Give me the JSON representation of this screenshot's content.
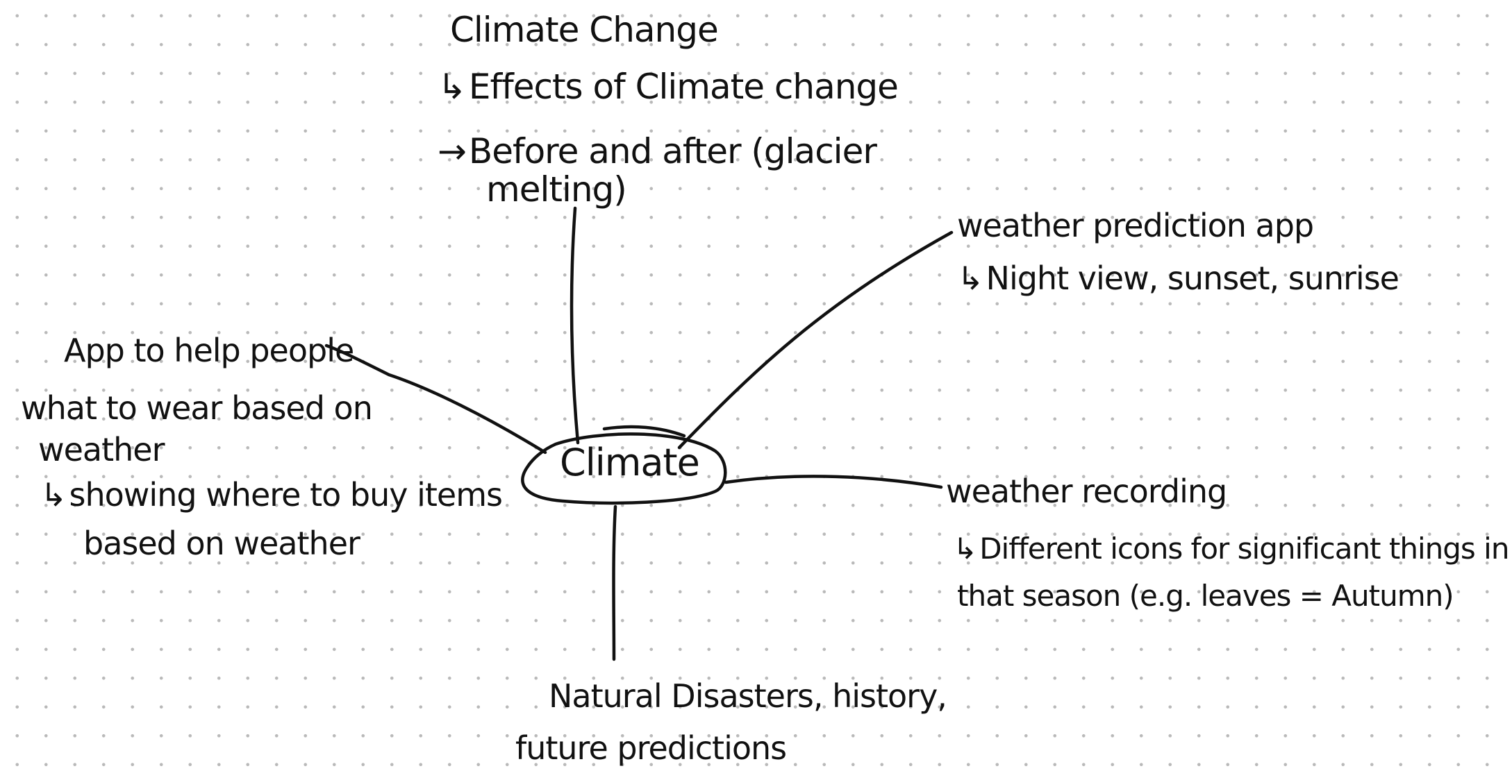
{
  "colors": {
    "background": "#ffffff",
    "ink": "#111111",
    "grid_dot": "#b9b9b9"
  },
  "center": {
    "label": "Climate"
  },
  "nodes": {
    "climate_change": {
      "title": "Climate Change",
      "line1": "Effects of Climate change",
      "line2": "Before and after (glacier",
      "line3": "melting)"
    },
    "weather_prediction": {
      "title": "weather prediction app",
      "line1": "Night view, sunset, sunrise"
    },
    "what_to_wear": {
      "line1": "App to help people",
      "line2": "what to wear based on",
      "line3": "weather",
      "line4": "showing where to buy items",
      "line5": "based on weather"
    },
    "weather_recording": {
      "title": "weather recording",
      "line1": "Different icons for significant things in",
      "line2": "that season (e.g. leaves = Autumn)"
    },
    "natural_disasters": {
      "line1": "Natural Disasters, history,",
      "line2": "future predictions"
    }
  },
  "icons": {
    "sub_arrow": "hooked-arrow-icon",
    "right_arrow": "right-arrow-icon"
  }
}
